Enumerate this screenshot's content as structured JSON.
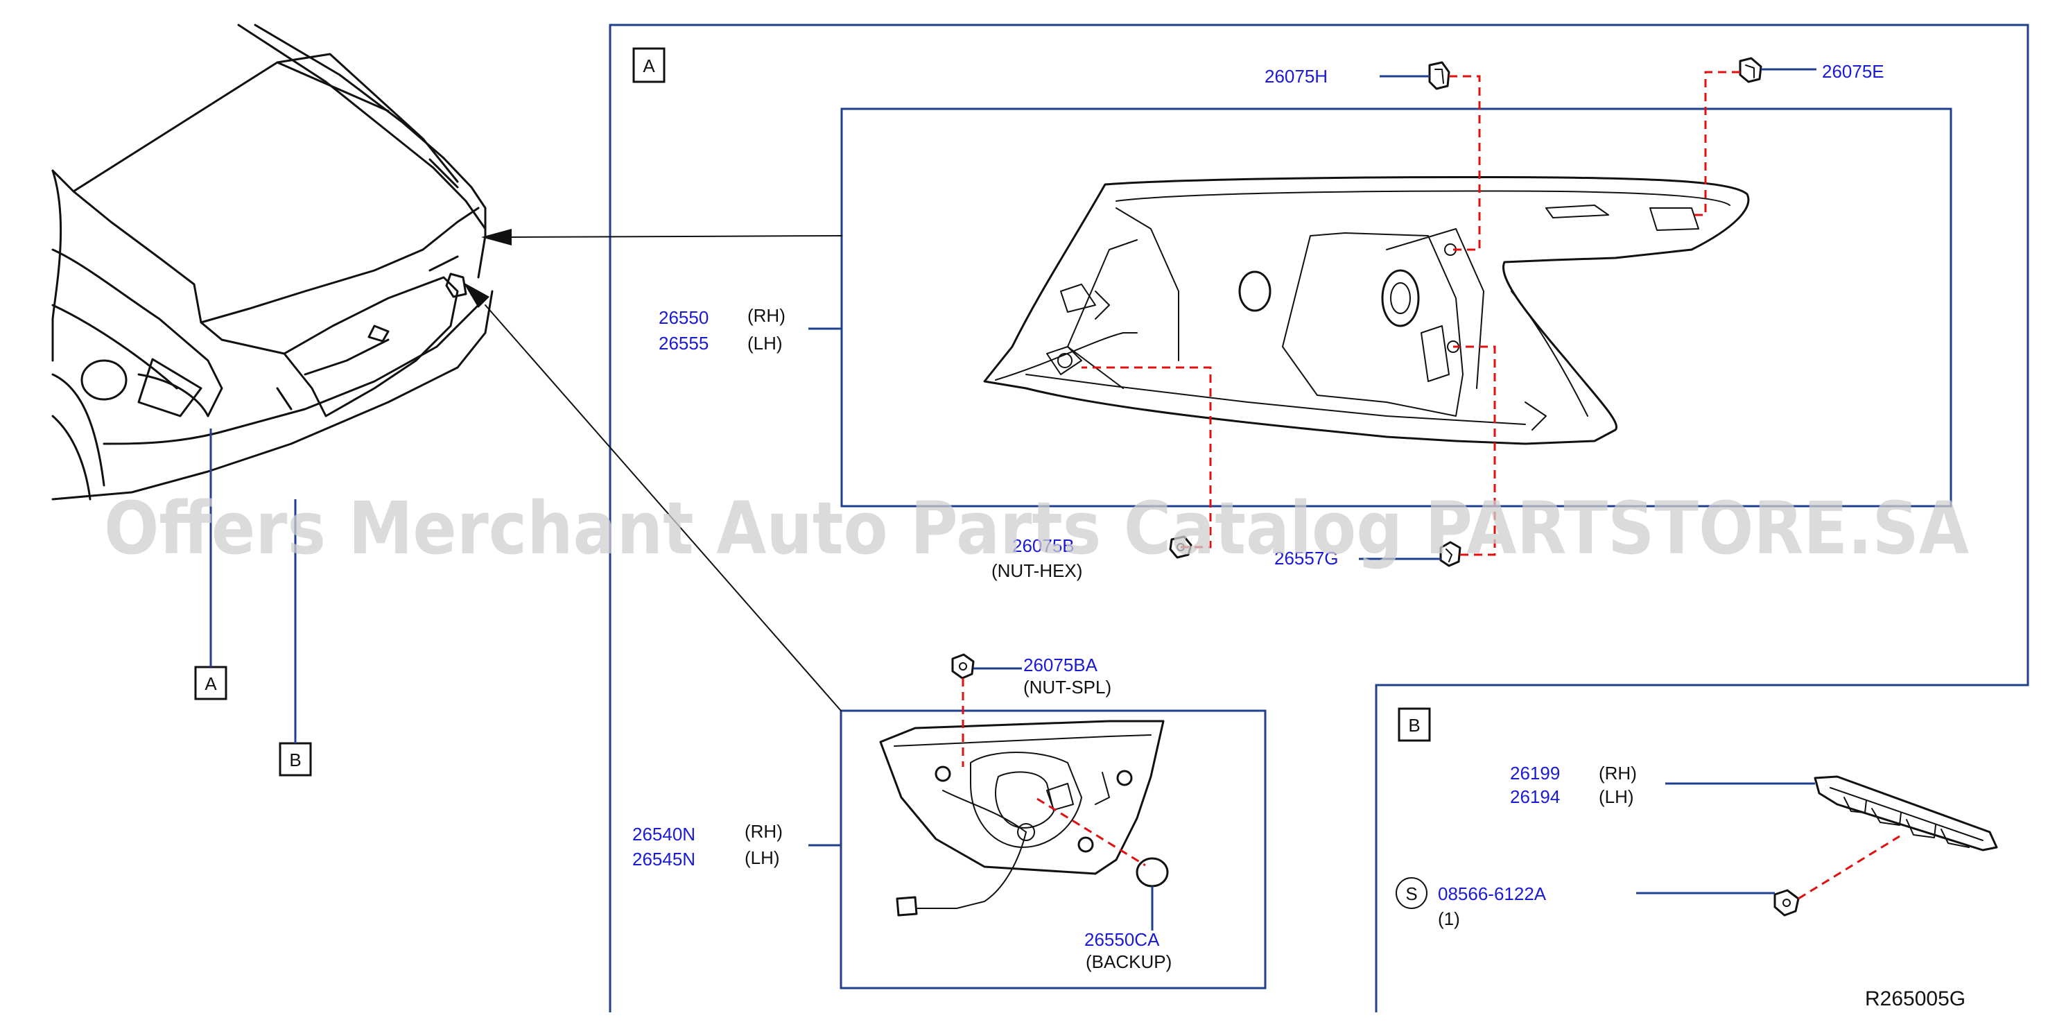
{
  "callouts": {
    "a": "A",
    "b": "B",
    "s": "S"
  },
  "parts": {
    "p26075H": "26075H",
    "p26075E": "26075E",
    "p26550": "26550",
    "p26555": "26555",
    "p26075B": "26075B",
    "p26075B_note": "(NUT-HEX)",
    "p26557G": "26557G",
    "p26075BA": "26075BA",
    "p26075BA_note": "(NUT-SPL)",
    "p26540N": "26540N",
    "p26545N": "26545N",
    "p26550CA": "26550CA",
    "p26550CA_note": "(BACKUP)",
    "p26199": "26199",
    "p26194": "26194",
    "p08566": "08566-6122A",
    "p08566_qty": "(1)"
  },
  "sides": {
    "rh": "(RH)",
    "lh": "(LH)"
  },
  "diagram_ref": "R265005G",
  "watermark": "Offers Merchant Auto Parts Catalog PARTSTORE.SA",
  "colors": {
    "part_number": "#1a1ad6",
    "frame": "#1f3f8f",
    "dashed_leader": "#e01010",
    "line_art": "#111111"
  }
}
